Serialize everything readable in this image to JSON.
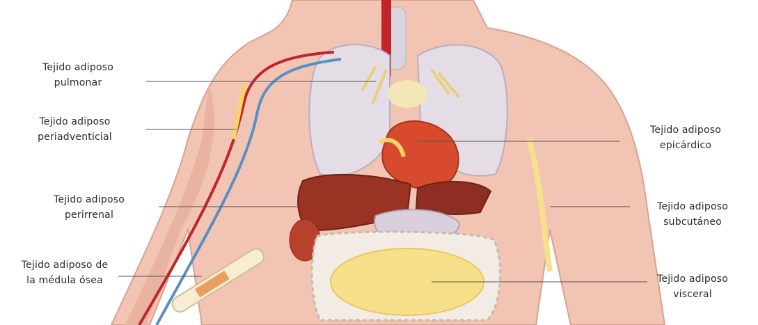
{
  "labels": {
    "pulmonar": {
      "line1": "Tejido adiposo",
      "line2": "pulmonar"
    },
    "periadventicial": {
      "line1": "Tejido adiposo",
      "line2": "periadventicial"
    },
    "perirrenal": {
      "line1": "Tejido adiposo",
      "line2": "perirrenal"
    },
    "medula": {
      "line1": "Tejido adiposo de",
      "line2": "la médula ósea"
    },
    "epicardico": {
      "line1": "Tejido adiposo",
      "line2": "epicárdico"
    },
    "subcutaneo": {
      "line1": "Tejido adiposo",
      "line2": "subcutáneo"
    },
    "visceral": {
      "line1": "Tejido adiposo",
      "line2": "visceral"
    }
  },
  "colors": {
    "skin": "#f2c4b4",
    "lung": "#e4dde6",
    "heart": "#d84a2e",
    "liver": "#9a3324",
    "fat": "#f7e08a",
    "artery": "#c0252a",
    "vein": "#5b8fc4",
    "leader_line": "#555555"
  }
}
